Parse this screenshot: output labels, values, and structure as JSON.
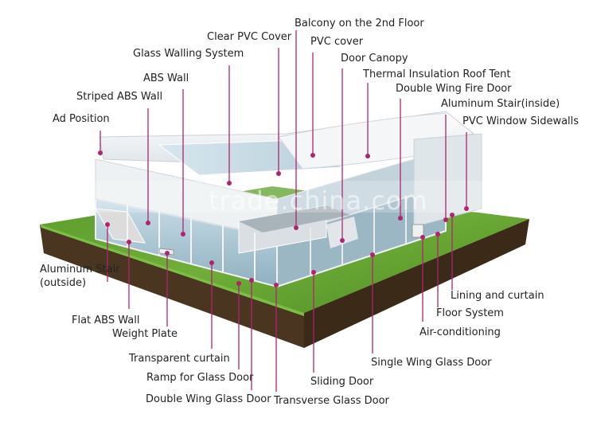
{
  "watermark": "trade.china.com",
  "accent_color": "#b0246f",
  "labels": {
    "balcony": "Balcony on the 2nd Floor",
    "clear_pvc_cover": "Clear PVC Cover",
    "pvc_cover": "PVC cover",
    "glass_walling_system": "Glass Walling System",
    "door_canopy": "Door Canopy",
    "thermal_roof_tent": "Thermal Insulation Roof Tent",
    "abs_wall": "ABS Wall",
    "double_wing_fire_door": "Double Wing Fire Door",
    "striped_abs_wall": "Striped ABS Wall",
    "aluminum_stair_inside": "Aluminum Stair(inside)",
    "ad_position": "Ad Position",
    "pvc_window_sidewalls": "PVC Window  Sidewalls",
    "aluminum_stair_outside_1": "Aluminum Stair",
    "aluminum_stair_outside_2": "(outside)",
    "lining_and_curtain": "Lining and curtain",
    "flat_abs_wall": "Flat ABS Wall",
    "floor_system": "Floor System",
    "weight_plate": "Weight Plate",
    "air_conditioning": "Air-conditioning",
    "transparent_curtain": "Transparent curtain",
    "single_wing_glass_door": "Single Wing Glass Door",
    "ramp_for_glass_door": "Ramp for Glass Door",
    "sliding_door": "Sliding Door",
    "double_wing_glass_door": "Double Wing Glass Door",
    "transverse_glass_door": "Transverse Glass Door"
  }
}
